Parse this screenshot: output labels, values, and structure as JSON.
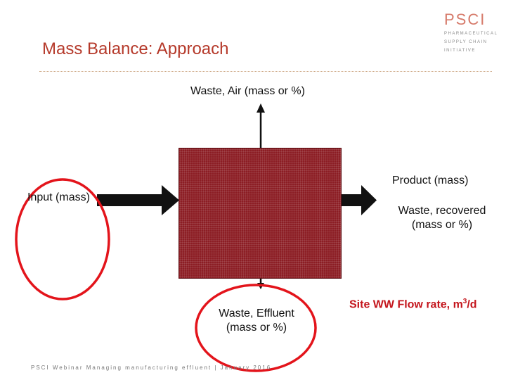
{
  "slide": {
    "title": "Mass Balance: Approach",
    "footer": "PSCI Webinar   Managing manufacturing effluent | January 2016"
  },
  "logo": {
    "name": "PSCI",
    "tagline_lines": [
      "PHARMACEUTICAL",
      "SUPPLY CHAIN",
      "INITIATIVE"
    ]
  },
  "diagram": {
    "top_label": "Waste, Air (mass or %)",
    "input_label": "Input (mass)",
    "product_label": "Product (mass)",
    "recovered_label_line1": "Waste, recovered",
    "recovered_label_line2": "(mass or %)",
    "effluent_label_line1": "Waste, Effluent",
    "effluent_label_line2": "(mass or %)",
    "site_ww_prefix": "Site WW Flow rate, m",
    "site_ww_superscript": "3",
    "site_ww_suffix": "/d"
  },
  "colors": {
    "title": "#b5392a",
    "process_box": "#8c1d24",
    "ellipse_outline": "#e3141b",
    "arrow": "#111111",
    "highlight_text": "#c4151c"
  }
}
